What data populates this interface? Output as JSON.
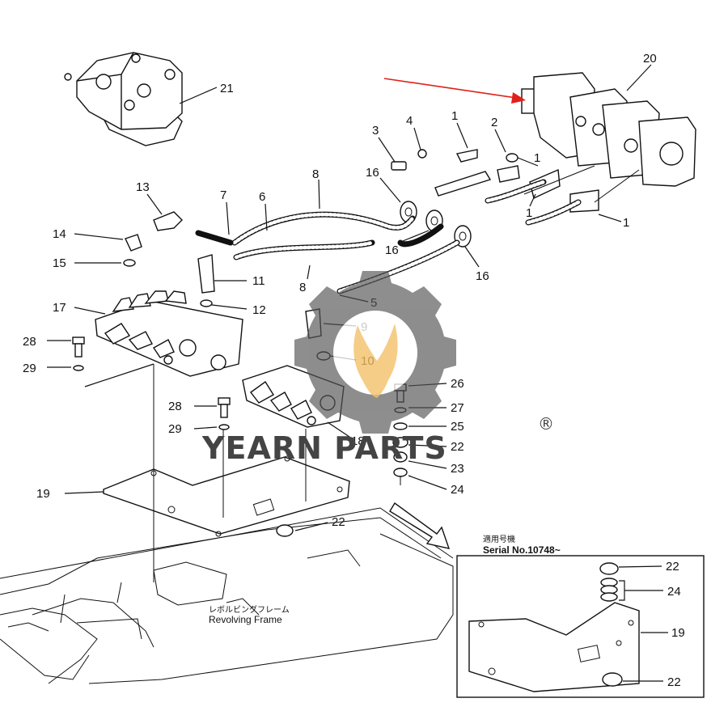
{
  "diagram": {
    "part_numbers": {
      "p1a": "1",
      "p1b": "1",
      "p1c": "1",
      "p1d": "1",
      "p2": "2",
      "p3": "3",
      "p4": "4",
      "p5": "5",
      "p6": "6",
      "p7": "7",
      "p8a": "8",
      "p8b": "8",
      "p9": "9",
      "p10": "10",
      "p11": "11",
      "p12": "12",
      "p13": "13",
      "p14": "14",
      "p15": "15",
      "p16a": "16",
      "p16b": "16",
      "p16c": "16",
      "p17": "17",
      "p18": "18",
      "p19": "19",
      "p20": "20",
      "p21": "21",
      "p22a": "22",
      "p22b": "22",
      "p23": "23",
      "p24": "24",
      "p25": "25",
      "p26": "26",
      "p27": "27",
      "p28a": "28",
      "p28b": "28",
      "p29a": "29",
      "p29b": "29"
    },
    "frame_label_jp": "レボルビングフレーム",
    "frame_label": "Revolving Frame",
    "inset": {
      "heading_jp": "適用号機",
      "serial": "Serial No.10748~",
      "p22a": "22",
      "p24": "24",
      "p19": "19",
      "p22b": "22"
    },
    "watermark": {
      "brand": "YEARN PARTS",
      "registered": "®"
    },
    "colors": {
      "arrow": "#e0201a",
      "watermark_gear": "#555555",
      "watermark_flame": "#f0b040",
      "lines": "#111111"
    }
  }
}
